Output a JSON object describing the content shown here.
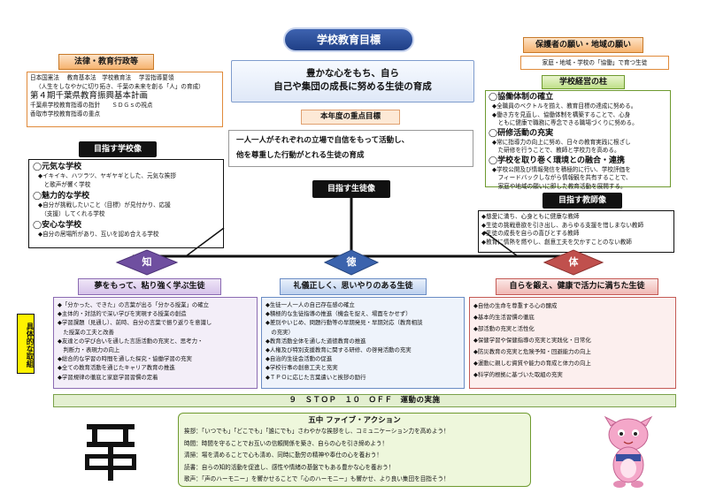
{
  "title": "学校教育目標",
  "main_goal": [
    "豊かな心をもち、自ら",
    "自己や集団の成長に努める生徒の育成"
  ],
  "focus": {
    "header": "本年度の重点目標",
    "lines": [
      "一人一人がそれぞれの立場で自信をもって活動し、",
      "他を尊重した行動がとれる生徒の育成"
    ]
  },
  "law": {
    "header": "法律・教育行政等",
    "line1": "日本国憲法　 教育基本法　学校教育法　 学習指導要領",
    "line2": "（人生をしなやかに切り拓き、千葉の未来を創る「人」の育成）",
    "line3": "第４期千葉県教育振興基本計画",
    "line4": "千葉県学校教育指導の指針　　ＳＤＧｓの視点",
    "line5": "香取市学校教育指導の重点"
  },
  "parents": {
    "header": "保護者の願い・地域の願い",
    "text": "家庭・地域・学校の「協働」で育つ生徒"
  },
  "pillar": {
    "header": "学校経営の柱",
    "items": [
      {
        "title": "◯協働体制の確立",
        "lines": [
          "◆全職員のベクトルを揃え、教育目標の達成に努める。",
          "◆働き方を見直し、協働体制を構築することで、心身",
          "　ともに健康で職務に専念できる職場づくりに努める。"
        ]
      },
      {
        "title": "◯研修活動の充実",
        "lines": [
          "◆常に指導力の向上に努め、日々の教育実践に根ざし",
          "　た研修を行うことで、教師と学校力を高める。"
        ]
      },
      {
        "title": "◯学校を取り巻く環境との融合・連携",
        "lines": [
          "◆学校公開及び情報発信を積極的に行い、学校評価を",
          "　フィードバックしながら情報観を共有することで、",
          "　家庭や地域の願いに即した教育活動を展開する。"
        ]
      }
    ]
  },
  "school_image": {
    "header": "目指す学校像",
    "items": [
      {
        "title": "◯元気な学校",
        "lines": [
          "◆イキイキ、ハツラツ、ヤギヤギとした、元気な挨拶",
          "　と歌声が響く学校"
        ]
      },
      {
        "title": "◯魅力的な学校",
        "lines": [
          "◆自分が挑戦したいこと（目標）が見付かり、応援",
          "　（支援）してくれる学校"
        ]
      },
      {
        "title": "◯安心な学校",
        "lines": [
          "◆自分の居場所があり、互いを認め合える学校"
        ]
      }
    ]
  },
  "student_image": {
    "header": "目指す生徒像"
  },
  "teacher_image": {
    "header": "目指す教師像",
    "lines": [
      "◆慈愛に満ち、心身ともに健康な教師",
      "◆生徒の挑戦意欲を引き出し、あらゆる支援を惜しまない教師",
      "◆生徒の成長を自らの喜びとする教師",
      "◆教育に情熱を燃やし、創意工夫を欠かすことのない教師"
    ]
  },
  "axis": {
    "chi": "知",
    "toku": "徳",
    "tai": "体"
  },
  "concrete_label": "具体的な取組",
  "columns": [
    {
      "header": "夢をもって、粘り強く学ぶ生徒",
      "lines": [
        "◆「分かった、できた」の言葉が出る「分かる授業」の確立",
        "◆主体的・対話的で深い学びを実現する授業の創造",
        "◆学習課題（見通し）、前時、自分の言葉で振り返りを意識し",
        "　た授業の工夫と改善",
        "◆友達との学び合いを通した言語活動の充実と、思考力・",
        "　判断力・表現力の向上",
        "◆総合的な学習の時間を通した探究・協働学習の充実",
        "◆全ての教育活動を通じたキャリア教育の推進",
        "◆学習規律の徹底と家庭学習習慣の定着"
      ]
    },
    {
      "header": "礼儀正しく、思いやりのある生徒",
      "lines": [
        "◆生徒一人一人の自己存在感の確立",
        "◆積極的な生徒指導の推進（機会を捉え、場面をかせず）",
        "◆差別やいじめ、問題行動等の早期発見・早期対応（教育相談",
        "　の充実）",
        "◆教育活動全体を通した道徳教育の推進",
        "◆人権及び特別支援教育に関する研修、の啓発活動の充実",
        "◆自治的生徒会活動の促進",
        "◆学校行事の創意工夫と充実",
        "◆ＴＰＯに応じた言葉遣いと挨拶の励行"
      ]
    },
    {
      "header": "自らを鍛え、健康で活力に満ちた生徒",
      "lines": [
        "◆自他の生命を尊重する心の醸成",
        "◆基本的生活習慣の徹底",
        "◆部活動の充実と活性化",
        "◆保健学習や保健指導の充実と実践化・日常化",
        "◆防災教育の充実と危険予知・回避能力の向上",
        "◆運動に親しむ資質や能力の育成と体力の向上",
        "◆科学的根拠に基づいた取組の充実"
      ]
    }
  ],
  "stop": "９　ＳＴＯＰ　１０　ＯＦＦ　運動の実施",
  "five": {
    "header": "五中 ファイブ・アクション",
    "lines": [
      "挨拶：「いつでも」「どこでも」「誰にでも」さわやかな挨拶をし、コミュニケーション力を高めよう！",
      "時間：時間を守ることでお互いの信頼関係を築き、自らの心を引き締めよう！",
      "清掃：場を清めることで心も清め、同時に勤労の精神や奉仕の心を養おう！",
      "読書：自らの知的活動を促進し、感性や情緒の基盤でもある豊かな心を養おう！",
      "歌声：「声のハーモニー」を響かせることで「心のハーモニー」も響かせ、より良い集団を目指そう！"
    ]
  },
  "emblem": "五中"
}
